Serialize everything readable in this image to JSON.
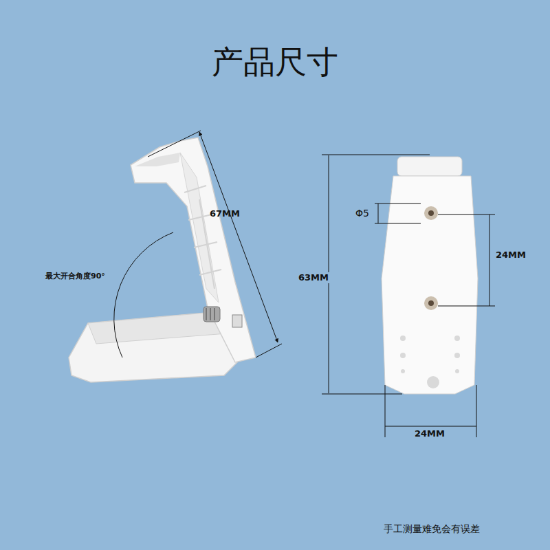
{
  "diagram": {
    "title": "产品尺寸",
    "labels": [
      "67MM",
      "最大开合角度90°",
      "Φ5",
      "24MM",
      "63MM",
      "24MM",
      "手工测量难免会有误差"
    ]
  }
}
